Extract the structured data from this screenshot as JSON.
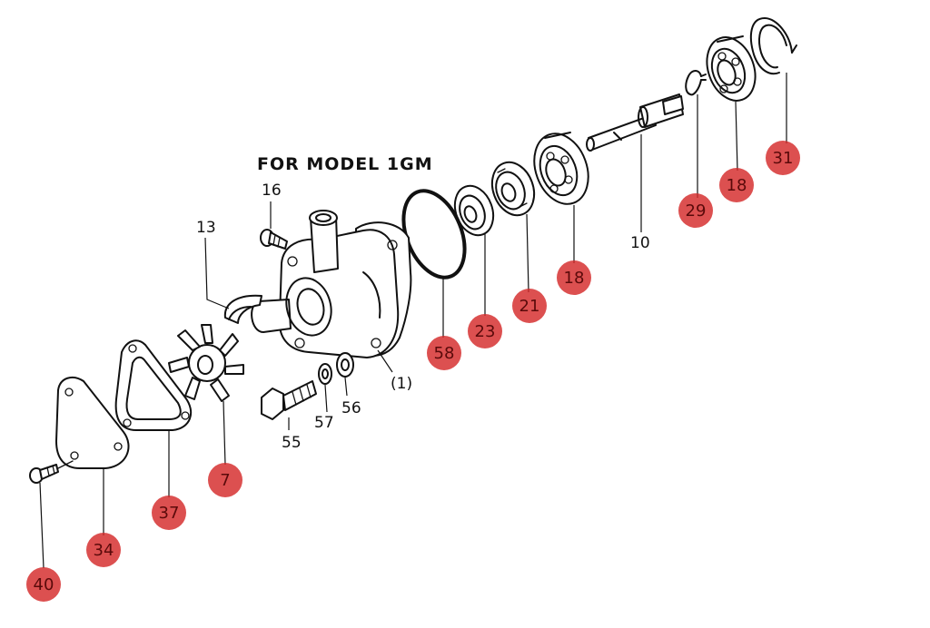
{
  "title": "FOR MODEL 1GM",
  "labels": {
    "l16": "16",
    "l13": "13",
    "l10": "10",
    "l1": "(1)",
    "l55": "55",
    "l57": "57",
    "l56": "56"
  },
  "highlighted": {
    "h31": "31",
    "h18a": "18",
    "h29": "29",
    "h18b": "18",
    "h21": "21",
    "h23": "23",
    "h58": "58",
    "h7": "7",
    "h37": "37",
    "h34": "34",
    "h40": "40"
  },
  "colors": {
    "badge": "#d42a2a",
    "ink": "#111111"
  }
}
